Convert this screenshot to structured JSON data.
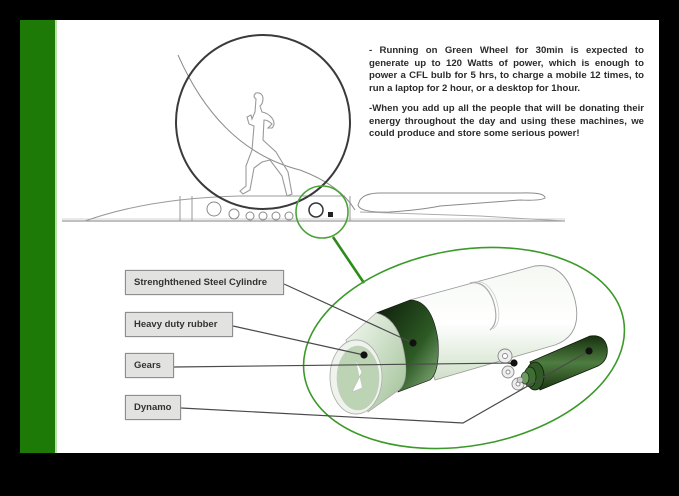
{
  "colors": {
    "sidebar_green": "#1e7a06",
    "callout_green": "#3c9a2a",
    "label_bg": "#e2e2e0",
    "label_border": "#8e8e8e",
    "text": "#2b2b2b"
  },
  "description": {
    "paragraph_1": "- Running on Green Wheel for 30min is expected to generate up to 120 Watts of power, which is enough to power a CFL bulb for 5 hrs, to charge a mobile 12 times, to run a laptop for 2 hour, or a desktop for 1hour.",
    "paragraph_2": "-When you add up all the people that will be donating their energy throughout the day and using these machines, we could produce and store some serious power!"
  },
  "labels": [
    {
      "id": "steel-cylinder",
      "text": "Strenghthened Steel Cylindre"
    },
    {
      "id": "rubber",
      "text": "Heavy duty rubber"
    },
    {
      "id": "gears",
      "text": "Gears"
    },
    {
      "id": "dynamo",
      "text": "Dynamo"
    }
  ],
  "illustration": {
    "main": "hamster-wheel-with-runner",
    "callout": "detail-zoom-of-cylinder-gears-dynamo"
  }
}
